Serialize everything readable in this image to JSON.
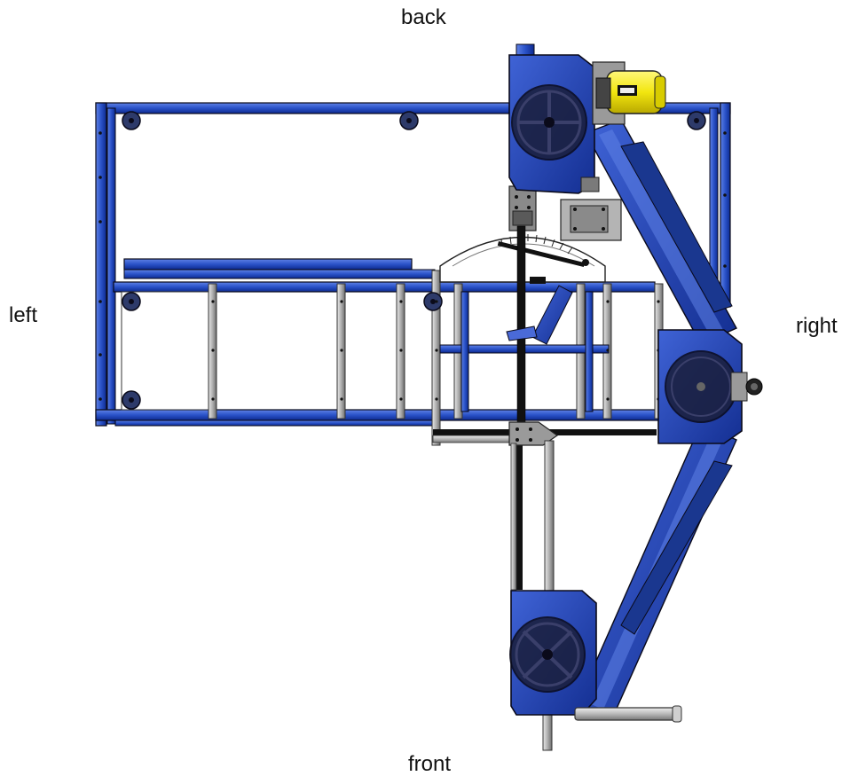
{
  "labels": {
    "back": "back",
    "left": "left",
    "right": "right",
    "front": "front"
  },
  "colors": {
    "frame_blue": "#2a52c8",
    "frame_blue_dark": "#0d2a8f",
    "frame_blue_light": "#5f82e6",
    "guard_blue": "#1f3fa6",
    "wheel_dark": "#1a1e3a",
    "motor_yellow": "#f2e60f",
    "steel_grey": "#9a9a9a",
    "steel_light": "#d4d4d4",
    "blade_black": "#111111",
    "outline": "#0a0a1a"
  }
}
